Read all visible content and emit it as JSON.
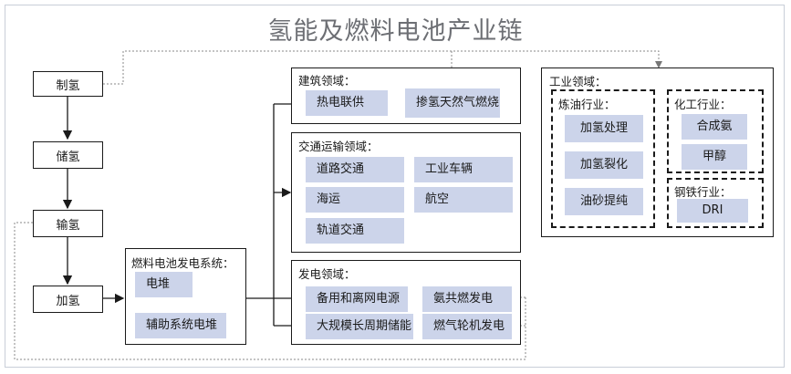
{
  "title": "氢能及燃料电池产业链",
  "chain": {
    "produce": "制氢",
    "store": "储氢",
    "transport": "输氢",
    "refuel": "加氢"
  },
  "fuelcell": {
    "header": "燃料电池发电系统：",
    "stack": "电堆",
    "aux": "辅助系统电堆"
  },
  "building": {
    "header": "建筑领域：",
    "chp": "热电联供",
    "blend": "掺氢天然气燃烧"
  },
  "transport_sector": {
    "header": "交通运输领域：",
    "road": "道路交通",
    "industrial_vehicle": "工业车辆",
    "shipping": "海运",
    "aviation": "航空",
    "rail": "轨道交通"
  },
  "power": {
    "header": "发电领域：",
    "backup": "备用和离网电源",
    "cofire": "氨共燃发电",
    "storage": "大规模长周期储能",
    "turbine": "燃气轮机发电"
  },
  "industry": {
    "header": "工业领域：",
    "refining": {
      "header": "炼油行业：",
      "items": [
        "加氢处理",
        "加氢裂化",
        "油砂提纯"
      ]
    },
    "chemical": {
      "header": "化工行业：",
      "items": [
        "合成氨",
        "甲醇"
      ]
    },
    "steel": {
      "header": "钢铁行业：",
      "items": [
        "DRI"
      ]
    }
  }
}
